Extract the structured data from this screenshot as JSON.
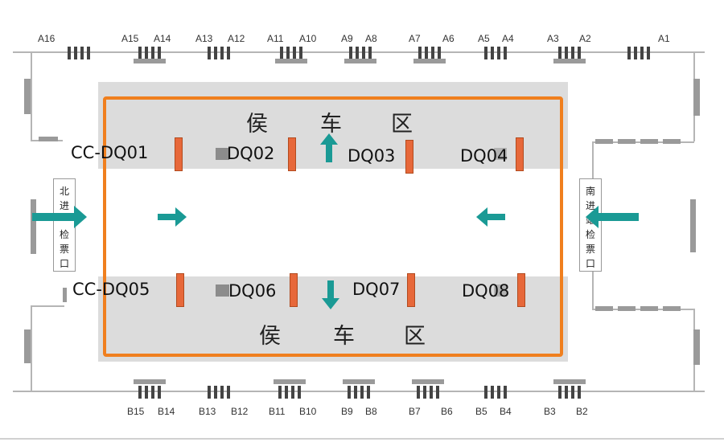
{
  "gates_a": [
    "A16",
    "A15",
    "A14",
    "A13",
    "A12",
    "A11",
    "A10",
    "A9",
    "A8",
    "A7",
    "A6",
    "A5",
    "A4",
    "A3",
    "A2",
    "A1"
  ],
  "gates_b": [
    "B15",
    "B14",
    "B13",
    "B12",
    "B11",
    "B10",
    "B9",
    "B8",
    "B7",
    "B6",
    "B5",
    "B4",
    "B3",
    "B2"
  ],
  "waiting_area_label": [
    "侯",
    "车",
    "区"
  ],
  "checkpoints": [
    "CC-DQ01",
    "DQ02",
    "DQ03",
    "DQ04",
    "CC-DQ05",
    "DQ06",
    "DQ07",
    "DQ08"
  ],
  "north_entrance": [
    "北",
    "进",
    "",
    "检",
    "票",
    "口"
  ],
  "south_entrance": [
    "南",
    "进",
    "站",
    "检",
    "票",
    "口"
  ],
  "colors": {
    "frame": "#f07f1e",
    "gate": "#e7683a",
    "arrow": "#1a9a95",
    "zone": "#dcdcdc"
  }
}
